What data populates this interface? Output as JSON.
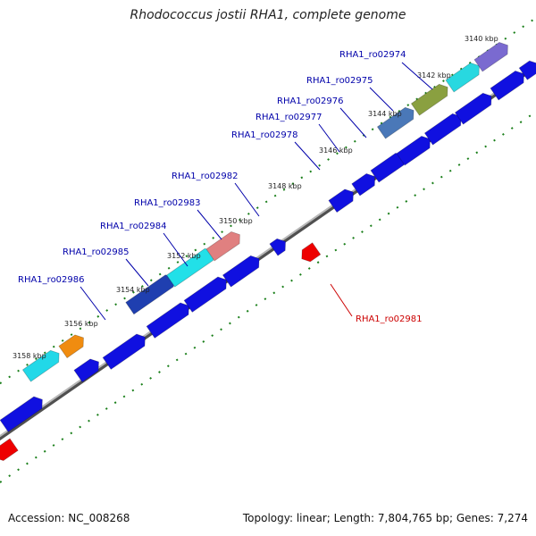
{
  "title": "Rhodococcus jostii RHA1, complete genome",
  "footer": {
    "accession": "Accession: NC_008268",
    "stats": "Topology: linear; Length: 7,804,765 bp; Genes: 7,274"
  },
  "colors": {
    "forward_gene": "#1010e0",
    "reverse_gene": "#ee0000",
    "backbone": "#808080",
    "dots": "#1a7f1a",
    "label_blue": "#0000aa",
    "label_red": "#cc0000"
  },
  "kbp_ticks": [
    "3140 kbp",
    "3142 kbp",
    "3144 kbp",
    "3146 kbp",
    "3148 kbp",
    "3150 kbp",
    "3152 kbp",
    "3154 kbp",
    "3156 kbp",
    "3158 kbp"
  ],
  "gene_labels": [
    {
      "name": "RHA1_ro02974",
      "strand": "forward"
    },
    {
      "name": "RHA1_ro02975",
      "strand": "forward"
    },
    {
      "name": "RHA1_ro02976",
      "strand": "forward"
    },
    {
      "name": "RHA1_ro02977",
      "strand": "forward"
    },
    {
      "name": "RHA1_ro02978",
      "strand": "forward"
    },
    {
      "name": "RHA1_ro02982",
      "strand": "forward"
    },
    {
      "name": "RHA1_ro02983",
      "strand": "forward"
    },
    {
      "name": "RHA1_ro02984",
      "strand": "forward"
    },
    {
      "name": "RHA1_ro02985",
      "strand": "forward"
    },
    {
      "name": "RHA1_ro02986",
      "strand": "forward"
    },
    {
      "name": "RHA1_ro02981",
      "strand": "reverse"
    }
  ]
}
